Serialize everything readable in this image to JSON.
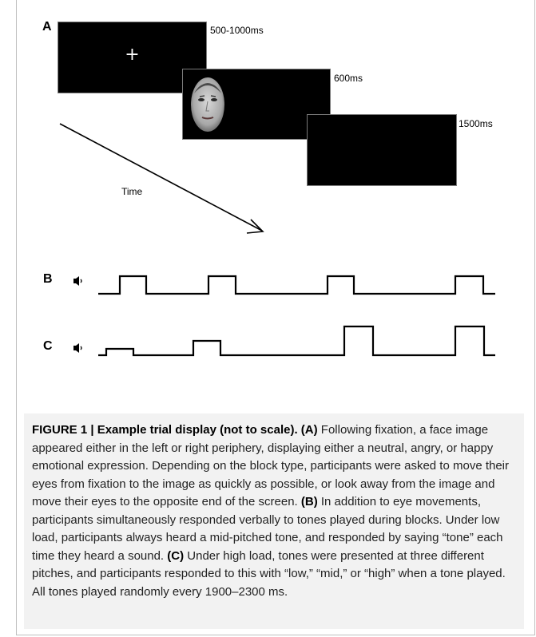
{
  "figure": {
    "panels": {
      "a": "A",
      "b": "B",
      "c": "C"
    },
    "durations": {
      "fixation": "500-1000ms",
      "face": "600ms",
      "blank": "1500ms"
    },
    "fixation_symbol": "+",
    "time_label": "Time",
    "icons": {
      "speaker": "speaker-icon"
    }
  },
  "caption": {
    "title": "FIGURE 1 | Example trial display (not to scale).",
    "part_a_label": "(A)",
    "part_a_text": "Following fixation, a face image appeared either in the left or right periphery, displaying either a neutral, angry, or happy emotional expression. Depending on the block type, participants were asked to move their eyes from fixation to the image as quickly as possible, or look away from the image and move their eyes to the opposite end of the screen.",
    "part_b_label": "(B)",
    "part_b_text": "In addition to eye movements, participants simultaneously responded verbally to tones played during blocks. Under low load, participants always heard a mid-pitched tone, and responded by saying “tone” each time they heard a sound.",
    "part_c_label": "(C)",
    "part_c_text": "Under high load, tones were presented at three different pitches, and participants responded to this with “low,” “mid,” or “high” when a tone played. All tones played randomly every 1900–2300 ms."
  }
}
